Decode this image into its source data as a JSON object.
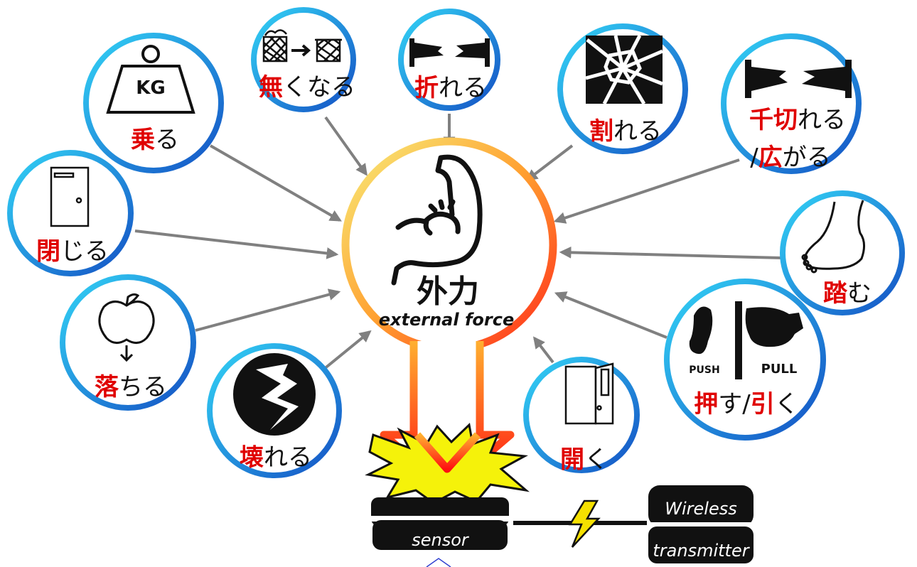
{
  "center": {
    "title": "外力",
    "subtitle": "external force",
    "icon": "flexed-arm-icon"
  },
  "nodes": [
    {
      "id": "ride",
      "accent": "乗",
      "rest": "る",
      "icon": "weight-kg-icon",
      "icon_text": "KG"
    },
    {
      "id": "disappear",
      "accent": "無",
      "rest": "くなる",
      "icon": "trash-basket-icon"
    },
    {
      "id": "fold",
      "accent": "折",
      "rest": "れる",
      "icon": "broken-bar-icon"
    },
    {
      "id": "break-glass",
      "accent": "割",
      "rest": "れる",
      "icon": "shattered-glass-icon"
    },
    {
      "id": "tear-spread",
      "accent": "千切",
      "rest": "れる",
      "accent2": "広",
      "rest2": "がる",
      "separator": "/",
      "icon": "split-beam-icon"
    },
    {
      "id": "close",
      "accent": "閉",
      "rest": "じる",
      "icon": "closed-door-icon"
    },
    {
      "id": "step",
      "accent": "踏",
      "rest": "む",
      "icon": "foot-icon"
    },
    {
      "id": "fall",
      "accent": "落",
      "rest": "ちる",
      "icon": "falling-apple-icon"
    },
    {
      "id": "push-pull",
      "accent": "押",
      "rest": "す",
      "accent2": "引",
      "rest2": "く",
      "separator": "/",
      "icon": "push-pull-hands-icon",
      "push_text": "PUSH",
      "pull_text": "PULL"
    },
    {
      "id": "destroy",
      "accent": "壊",
      "rest": "れる",
      "icon": "cracked-ball-icon"
    },
    {
      "id": "open",
      "accent": "開",
      "rest": "く",
      "icon": "open-door-icon"
    }
  ],
  "sensor": {
    "label": "sensor"
  },
  "transmitter": {
    "line1": "Wireless",
    "line2": "transmitter"
  },
  "colors": {
    "accent_text": "#e00000",
    "ring_light": "#29c6f0",
    "ring_dark": "#1558c8",
    "arrow": "#808080",
    "impact": "#f2f000",
    "force_arrow": "#ff2020"
  }
}
